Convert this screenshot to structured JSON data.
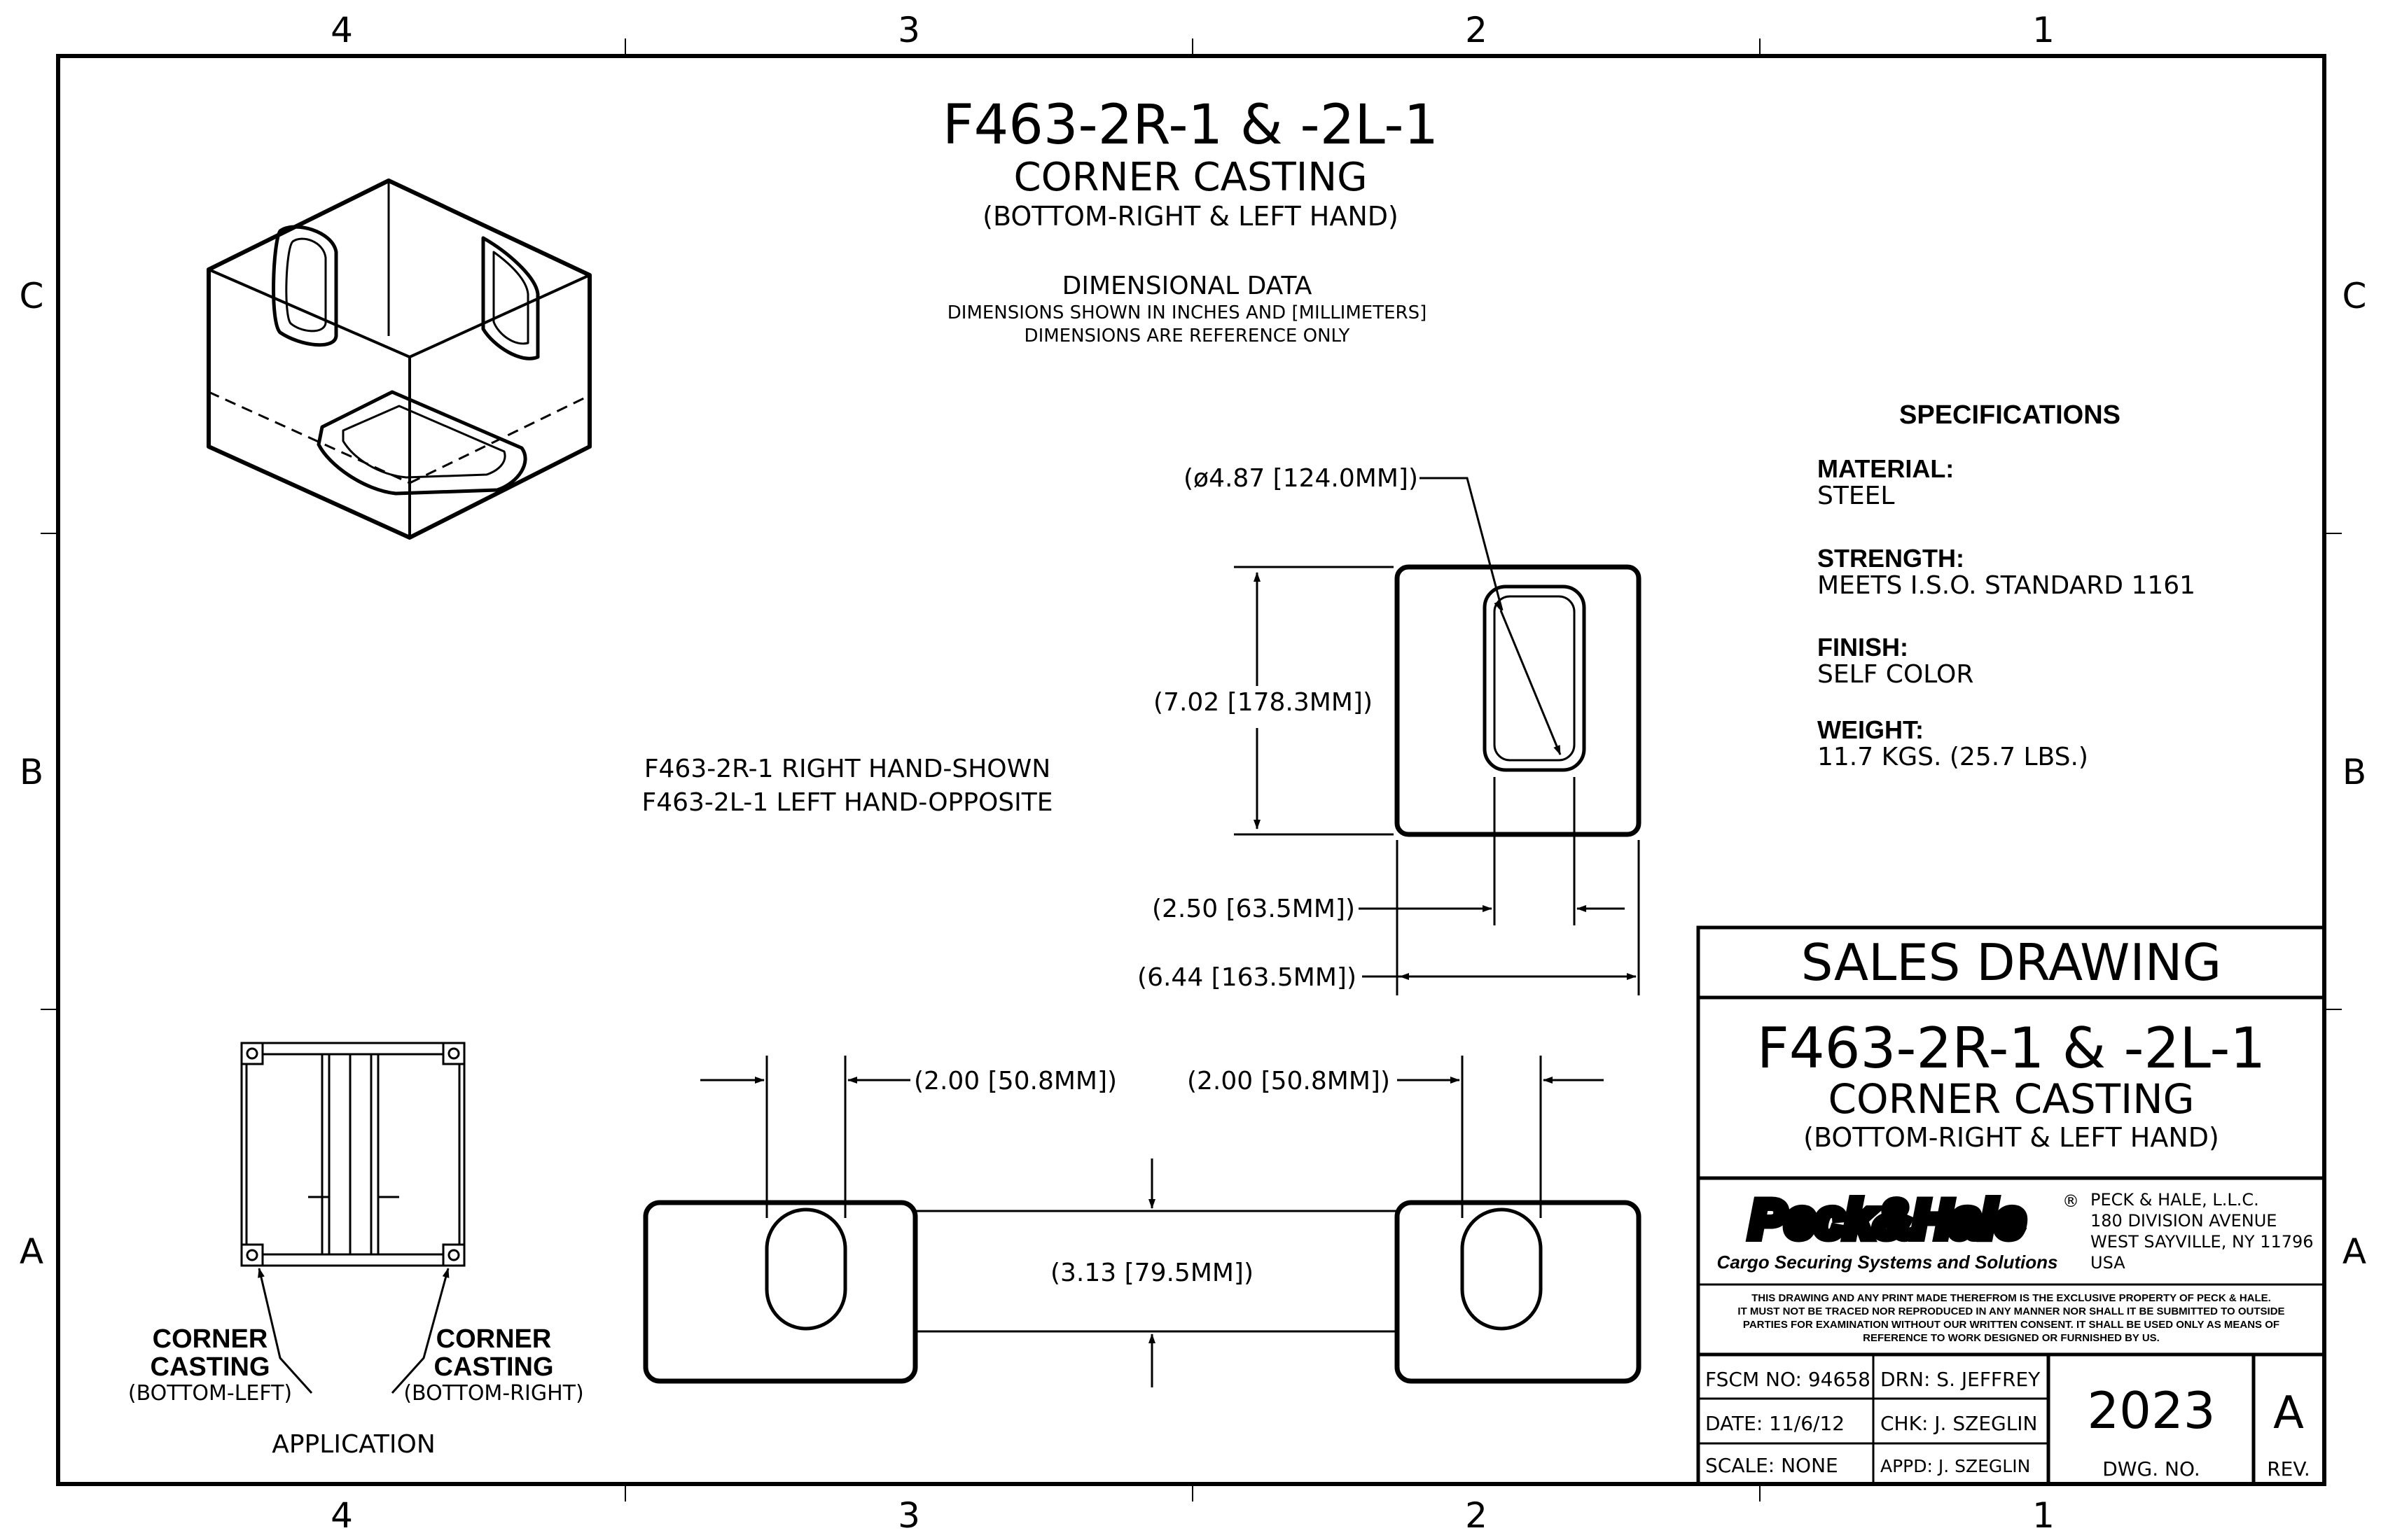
{
  "zones": {
    "cols": [
      "4",
      "3",
      "2",
      "1"
    ],
    "rows": [
      "C",
      "B",
      "A"
    ]
  },
  "title": {
    "part_number": "F463-2R-1 & -2L-1",
    "name": "CORNER CASTING",
    "subtitle": "(BOTTOM-RIGHT & LEFT HAND)"
  },
  "dimensional_notes": {
    "heading": "DIMENSIONAL DATA",
    "line1": "DIMENSIONS SHOWN IN INCHES AND [MILLIMETERS]",
    "line2": "DIMENSIONS ARE REFERENCE ONLY"
  },
  "hand_notes": {
    "right": "F463-2R-1 RIGHT HAND-SHOWN",
    "left": "F463-2L-1 LEFT HAND-OPPOSITE"
  },
  "dimensions": {
    "diameter": "(ø4.87 [124.0MM])",
    "height": "(7.02 [178.3MM])",
    "slot_width": "(2.50 [63.5MM])",
    "overall_width": "(6.44 [163.5MM])",
    "offset_left": "(2.00 [50.8MM])",
    "offset_right": "(2.00 [50.8MM])",
    "depth": "(3.13 [79.5MM])"
  },
  "specifications": {
    "heading": "SPECIFICATIONS",
    "items": [
      {
        "label": "MATERIAL:",
        "value": "STEEL"
      },
      {
        "label": "STRENGTH:",
        "value": "MEETS I.S.O. STANDARD 1161"
      },
      {
        "label": "FINISH:",
        "value": "SELF COLOR"
      },
      {
        "label": "WEIGHT:",
        "value": "11.7 KGS. (25.7 LBS.)"
      }
    ]
  },
  "application": {
    "left_label_1": "CORNER",
    "left_label_2": "CASTING",
    "left_sub": "(BOTTOM-LEFT)",
    "right_label_1": "CORNER",
    "right_label_2": "CASTING",
    "right_sub": "(BOTTOM-RIGHT)",
    "caption": "APPLICATION"
  },
  "title_block": {
    "header": "SALES DRAWING",
    "part_number": "F463-2R-1 & -2L-1",
    "name": "CORNER CASTING",
    "subtitle": "(BOTTOM-RIGHT & LEFT HAND)",
    "logo_text": "Peck&Hale",
    "logo_reg": "®",
    "tagline": "Cargo Securing Systems and Solutions",
    "address": [
      "PECK & HALE, L.L.C.",
      "180 DIVISION AVENUE",
      "WEST SAYVILLE, NY 11796",
      "USA"
    ],
    "disclaimer": [
      "THIS DRAWING AND ANY PRINT MADE THEREFROM IS THE EXCLUSIVE PROPERTY OF PECK & HALE.",
      "IT MUST NOT BE TRACED NOR REPRODUCED IN ANY MANNER NOR SHALL IT BE SUBMITTED TO OUTSIDE",
      "PARTIES FOR EXAMINATION WITHOUT OUR WRITTEN CONSENT.  IT SHALL BE USED ONLY AS MEANS OF",
      "REFERENCE TO WORK DESIGNED OR FURNISHED BY US."
    ],
    "fscm": "FSCM NO: 94658",
    "date": "DATE: 11/6/12",
    "scale": "SCALE:  NONE",
    "drn": "DRN: S. JEFFREY",
    "chk": "CHK: J. SZEGLIN",
    "appd": "APPD: J. SZEGLIN",
    "dwg_no": "2023",
    "dwg_label": "DWG. NO.",
    "rev": "A",
    "rev_label": "REV."
  }
}
